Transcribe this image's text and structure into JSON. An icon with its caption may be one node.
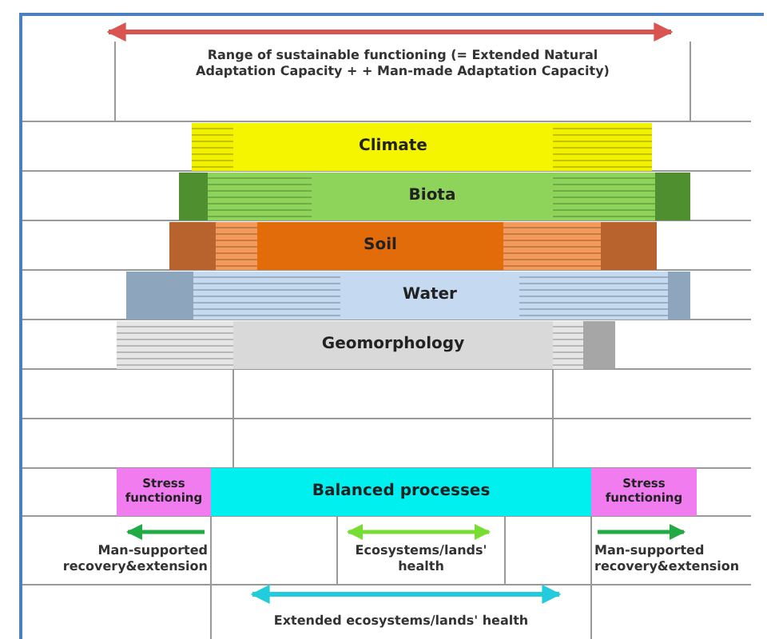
{
  "diagram": {
    "nodes": [
      {
        "text": [
          "Climate"
        ]
      },
      {
        "text": [
          "Biota"
        ]
      },
      {
        "text": [
          "Soil"
        ]
      },
      {
        "text": [
          "Water"
        ]
      },
      {
        "text": [
          "Geomorphology"
        ]
      },
      {
        "text": [
          "Stress functioning"
        ]
      },
      {
        "text": [
          "Balanced processes"
        ]
      },
      {
        "text": [
          "Stress functioning"
        ]
      }
    ],
    "edges": [],
    "labels": [
      "Range of sustainable functioning (= Extended Natural Adaptation Capacity + + Man-made Adaptation Capacity)",
      "Man-supported recovery&extension",
      "Ecosystems/lands' health",
      "Man-supported recovery&extension",
      "Extended ecosystems/lands' health"
    ]
  }
}
